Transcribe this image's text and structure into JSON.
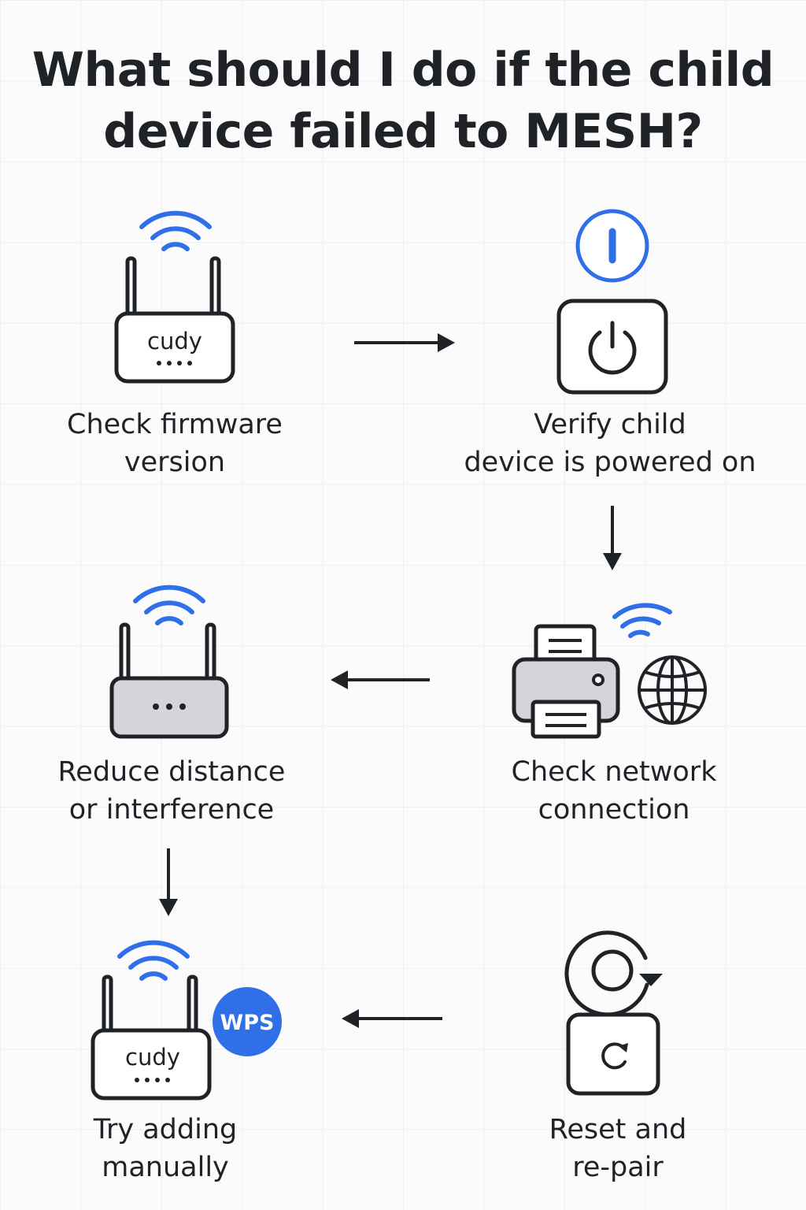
{
  "title": {
    "line1": "What should I do if the child",
    "line2": "device failed to MESH?"
  },
  "steps": [
    {
      "line1": "Check firmware",
      "line2": "version",
      "brand": "cudy"
    },
    {
      "line1": "Verify child",
      "line2": "device is powered on"
    },
    {
      "line1": "Check network",
      "line2": "connection"
    },
    {
      "line1": "Reduce distance",
      "line2": "or interference"
    },
    {
      "line1": "Try adding",
      "line2": "manually",
      "brand": "cudy",
      "badge": "WPS"
    },
    {
      "line1": "Reset and",
      "line2": "re-pair"
    }
  ],
  "icons": [
    "router-wifi-icon",
    "power-button-icon",
    "printer-globe-icon",
    "router-wifi-icon",
    "router-wps-icon",
    "reset-repair-icon"
  ],
  "colors": {
    "accent": "#2f6fe8",
    "ink": "#1f2328",
    "device_fill": "#d3d5da"
  }
}
